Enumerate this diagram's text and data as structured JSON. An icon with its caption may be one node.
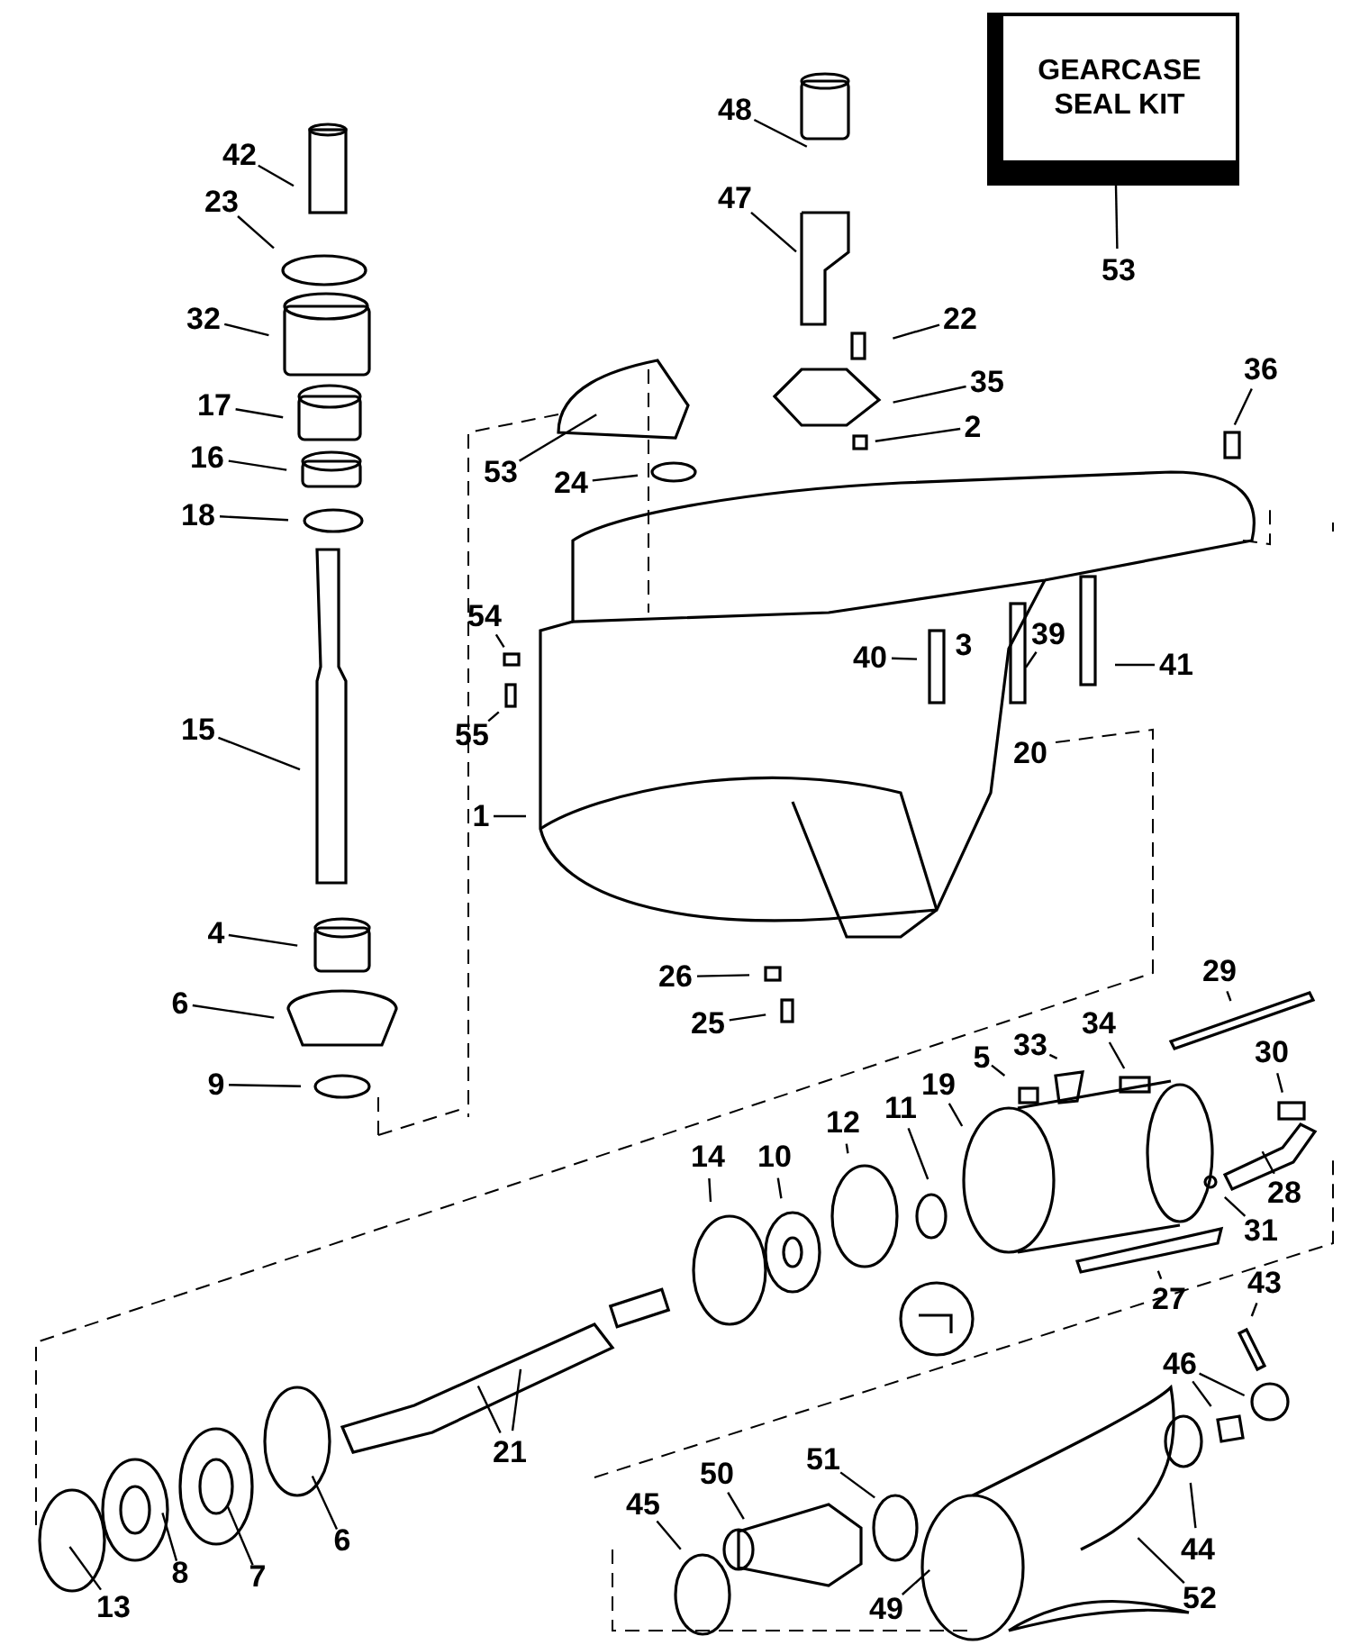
{
  "diagram": {
    "nodes": [
      {
        "text": [
          "GEARCASE SEAL KIT"
        ]
      },
      {
        "text": [
          "42"
        ]
      },
      {
        "text": [
          "48"
        ]
      },
      {
        "text": [
          "53"
        ]
      },
      {
        "text": [
          "23"
        ]
      },
      {
        "text": [
          "47"
        ]
      },
      {
        "text": [
          "32"
        ]
      },
      {
        "text": [
          "22"
        ]
      },
      {
        "text": [
          "36"
        ]
      },
      {
        "text": [
          "35"
        ]
      },
      {
        "text": [
          "17"
        ]
      },
      {
        "text": [
          "2"
        ]
      },
      {
        "text": [
          "16"
        ]
      },
      {
        "text": [
          "53"
        ]
      },
      {
        "text": [
          "24"
        ]
      },
      {
        "text": [
          "18"
        ]
      },
      {
        "text": [
          "54"
        ]
      },
      {
        "text": [
          "40"
        ]
      },
      {
        "text": [
          "39"
        ]
      },
      {
        "text": [
          "41"
        ]
      },
      {
        "text": [
          "15"
        ]
      },
      {
        "text": [
          "55"
        ]
      },
      {
        "text": [
          "1"
        ]
      },
      {
        "text": [
          "4"
        ]
      },
      {
        "text": [
          "26"
        ]
      },
      {
        "text": [
          "29"
        ]
      },
      {
        "text": [
          "6"
        ]
      },
      {
        "text": [
          "25"
        ]
      },
      {
        "text": [
          "34"
        ]
      },
      {
        "text": [
          "33"
        ]
      },
      {
        "text": [
          "5"
        ]
      },
      {
        "text": [
          "30"
        ]
      },
      {
        "text": [
          "19"
        ]
      },
      {
        "text": [
          "9"
        ]
      },
      {
        "text": [
          "11"
        ]
      },
      {
        "text": [
          "12"
        ]
      },
      {
        "text": [
          "14"
        ]
      },
      {
        "text": [
          "10"
        ]
      },
      {
        "text": [
          "28"
        ]
      },
      {
        "text": [
          "31"
        ]
      },
      {
        "text": [
          "27"
        ]
      },
      {
        "text": [
          "43"
        ]
      },
      {
        "text": [
          "21"
        ]
      },
      {
        "text": [
          "46"
        ]
      },
      {
        "text": [
          "6"
        ]
      },
      {
        "text": [
          "45"
        ]
      },
      {
        "text": [
          "50"
        ]
      },
      {
        "text": [
          "51"
        ]
      },
      {
        "text": [
          "44"
        ]
      },
      {
        "text": [
          "52"
        ]
      },
      {
        "text": [
          "7"
        ]
      },
      {
        "text": [
          "8"
        ]
      },
      {
        "text": [
          "13"
        ]
      },
      {
        "text": [
          "49"
        ]
      }
    ],
    "edges": [
      {
        "from": 1,
        "to": null,
        "arrow": "none"
      },
      {
        "from": 2,
        "to": null,
        "arrow": "none"
      },
      {
        "from": 3,
        "to": 0,
        "arrow": "none"
      },
      {
        "from": 4,
        "to": null,
        "arrow": "none"
      },
      {
        "from": 5,
        "to": null,
        "arrow": "none"
      },
      {
        "from": 6,
        "to": null,
        "arrow": "none"
      },
      {
        "from": 7,
        "to": null,
        "arrow": "none"
      },
      {
        "from": 8,
        "to": null,
        "arrow": "none"
      },
      {
        "from": 9,
        "to": null,
        "arrow": "none"
      },
      {
        "from": 10,
        "to": null,
        "arrow": "none"
      },
      {
        "from": 11,
        "to": null,
        "arrow": "none"
      },
      {
        "from": 12,
        "to": null,
        "arrow": "none"
      },
      {
        "from": 13,
        "to": null,
        "arrow": "none"
      },
      {
        "from": 14,
        "to": null,
        "arrow": "none"
      },
      {
        "from": 15,
        "to": null,
        "arrow": "none"
      },
      {
        "from": 16,
        "to": null,
        "arrow": "none"
      },
      {
        "from": 17,
        "to": null,
        "arrow": "none"
      },
      {
        "from": 18,
        "to": null,
        "arrow": "none"
      },
      {
        "from": 19,
        "to": null,
        "arrow": "none"
      },
      {
        "from": 20,
        "to": null,
        "arrow": "none"
      },
      {
        "from": 21,
        "to": null,
        "arrow": "none"
      },
      {
        "from": 22,
        "to": null,
        "arrow": "none"
      },
      {
        "from": 23,
        "to": null,
        "arrow": "none"
      },
      {
        "from": 24,
        "to": null,
        "arrow": "none"
      },
      {
        "from": 25,
        "to": null,
        "arrow": "none"
      },
      {
        "from": 26,
        "to": null,
        "arrow": "none"
      },
      {
        "from": 27,
        "to": null,
        "arrow": "none"
      },
      {
        "from": 28,
        "to": null,
        "arrow": "none"
      },
      {
        "from": 29,
        "to": null,
        "arrow": "none"
      },
      {
        "from": 30,
        "to": null,
        "arrow": "none"
      },
      {
        "from": 31,
        "to": null,
        "arrow": "none"
      },
      {
        "from": 32,
        "to": null,
        "arrow": "none"
      },
      {
        "from": 33,
        "to": null,
        "arrow": "none"
      },
      {
        "from": 34,
        "to": null,
        "arrow": "none"
      },
      {
        "from": 35,
        "to": null,
        "arrow": "none"
      },
      {
        "from": 36,
        "to": null,
        "arrow": "none"
      },
      {
        "from": 37,
        "to": null,
        "arrow": "none"
      },
      {
        "from": 38,
        "to": null,
        "arrow": "none"
      },
      {
        "from": 39,
        "to": null,
        "arrow": "none"
      },
      {
        "from": 40,
        "to": null,
        "arrow": "none"
      },
      {
        "from": 41,
        "to": null,
        "arrow": "none"
      },
      {
        "from": 42,
        "to": null,
        "arrow": "none"
      },
      {
        "from": 42,
        "to": null,
        "arrow": "none"
      },
      {
        "from": 43,
        "to": null,
        "arrow": "none"
      },
      {
        "from": 43,
        "to": null,
        "arrow": "none"
      },
      {
        "from": 44,
        "to": null,
        "arrow": "none"
      },
      {
        "from": 45,
        "to": null,
        "arrow": "none"
      },
      {
        "from": 46,
        "to": null,
        "arrow": "none"
      },
      {
        "from": 47,
        "to": null,
        "arrow": "none"
      },
      {
        "from": 48,
        "to": null,
        "arrow": "none"
      },
      {
        "from": 49,
        "to": null,
        "arrow": "none"
      },
      {
        "from": 50,
        "to": null,
        "arrow": "none"
      },
      {
        "from": 51,
        "to": null,
        "arrow": "none"
      },
      {
        "from": 52,
        "to": null,
        "arrow": "none"
      },
      {
        "from": 53,
        "to": null,
        "arrow": "none"
      }
    ],
    "labels": [
      "3",
      "20"
    ]
  }
}
